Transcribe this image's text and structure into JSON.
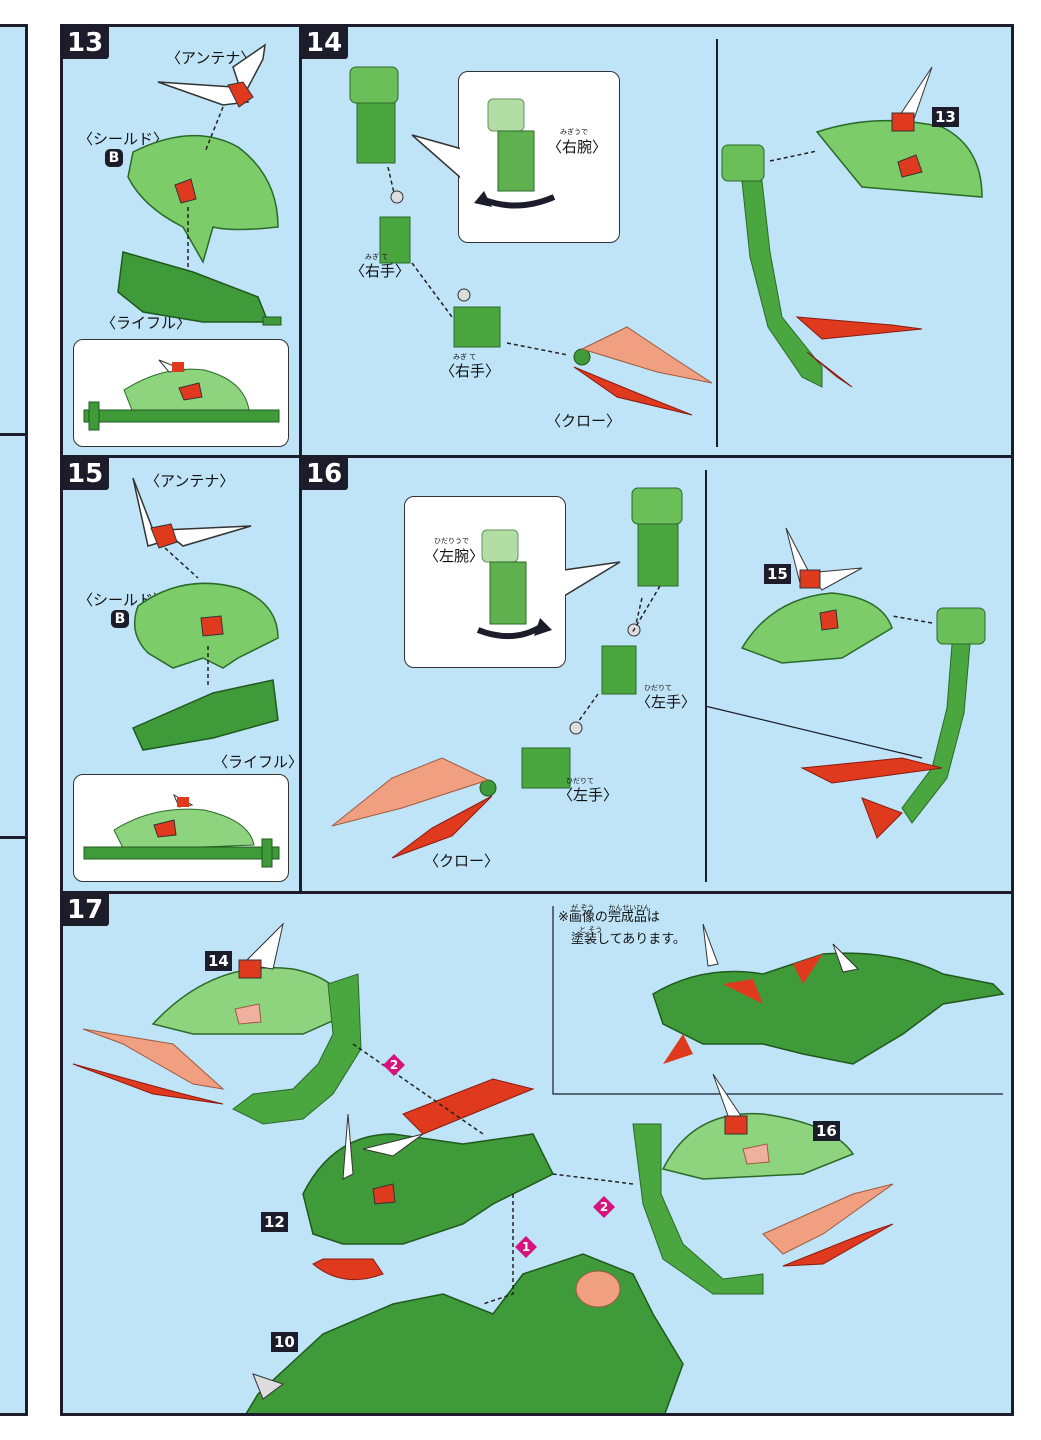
{
  "steps": {
    "s13": {
      "number": "13",
      "antenna": "〈アンテナ〉",
      "shield": "〈シールド〉",
      "shield_part": "B",
      "rifle": "〈ライフル〉"
    },
    "s14": {
      "number": "14",
      "right_arm": "〈右腕〉",
      "right_arm_ruby": "みぎうで",
      "right_hand_a": "〈右手〉",
      "right_hand_a_ruby": "みぎ て",
      "right_hand_b": "〈右手〉",
      "right_hand_b_ruby": "みぎ て",
      "claw": "〈クロー〉",
      "ref": "13"
    },
    "s15": {
      "number": "15",
      "antenna": "〈アンテナ〉",
      "shield": "〈シールド〉",
      "shield_part": "B",
      "rifle": "〈ライフル〉"
    },
    "s16": {
      "number": "16",
      "left_arm": "〈左腕〉",
      "left_arm_ruby": "ひだりうで",
      "left_hand_a": "〈左手〉",
      "left_hand_a_ruby": "ひだりて",
      "left_hand_b": "〈左手〉",
      "left_hand_b_ruby": "ひだりて",
      "claw": "〈クロー〉",
      "ref": "15"
    },
    "s17": {
      "number": "17",
      "ref_14": "14",
      "ref_16": "16",
      "ref_12": "12",
      "ref_10": "10",
      "order_1": "1",
      "order_2a": "2",
      "order_2b": "2",
      "note_ruby_1": "が ぞう　　かんせいひん",
      "note_line_1": "※画像の完成品は",
      "note_ruby_2": "と そう",
      "note_line_2": "塗装してあります。"
    }
  },
  "colors": {
    "panel_bg": "#bfe3f7",
    "border": "#1c1c2a",
    "green_dark": "#3f9a3a",
    "green_light": "#8ed47e",
    "red": "#e03a1e",
    "salmon": "#f0a080",
    "white": "#ffffff",
    "magenta": "#d6137d"
  }
}
